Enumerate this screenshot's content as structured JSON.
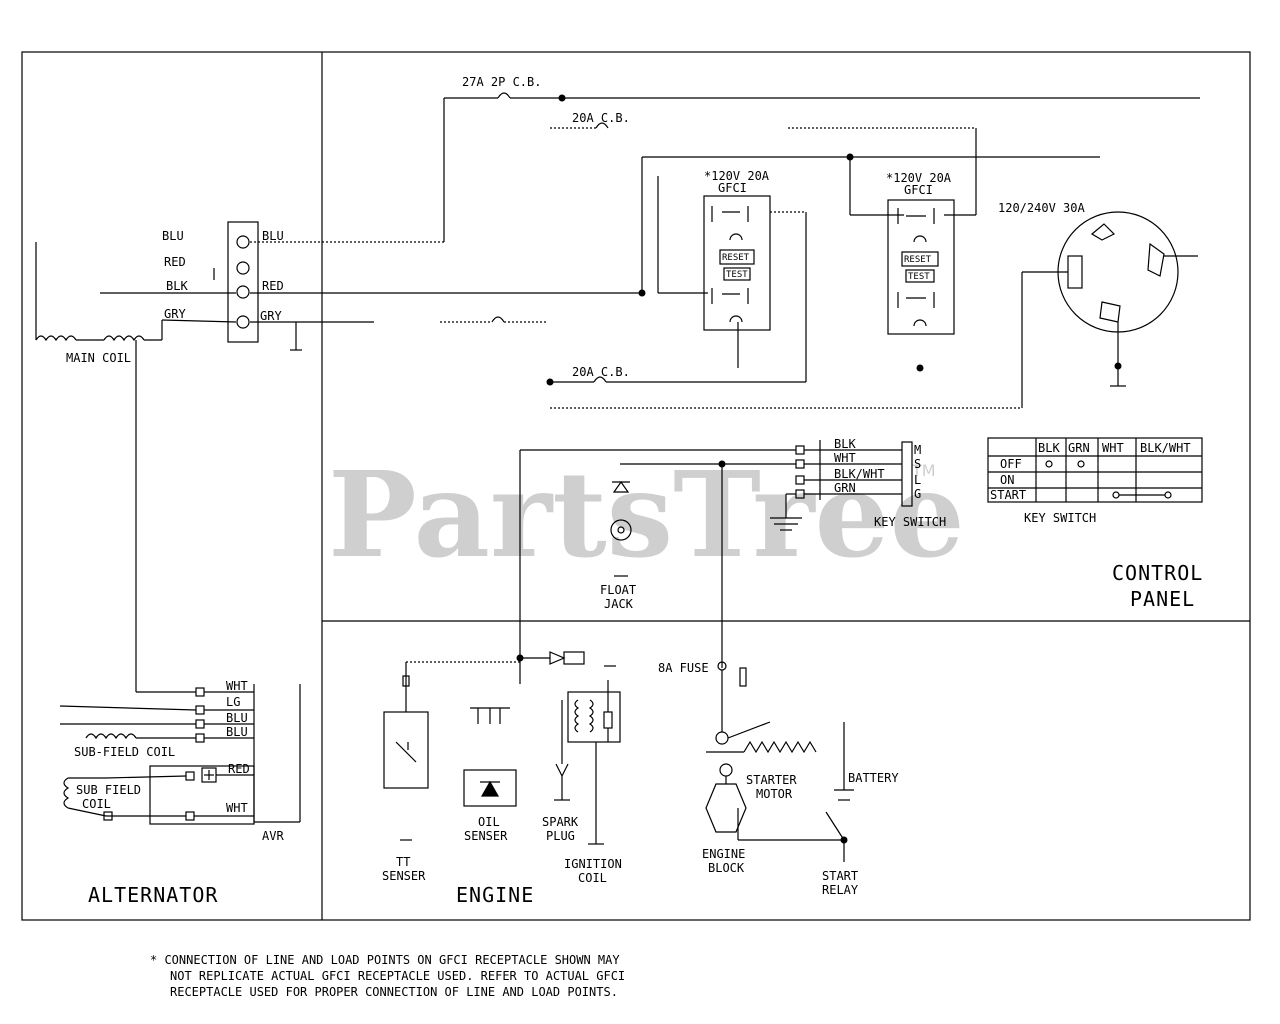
{
  "regions": {
    "alternator": "ALTERNATOR",
    "engine": "ENGINE",
    "control_panel_line1": "CONTROL",
    "control_panel_line2": "PANEL"
  },
  "alternator": {
    "terminal_labels": [
      "BLU",
      "RED",
      "BLK",
      "GRY"
    ],
    "terminal_right_labels": [
      "BLU",
      "RED",
      "GRY"
    ],
    "main_coil": "MAIN COIL",
    "sub_field_coil": "SUB-FIELD COIL",
    "sub_field_coil2_line1": "SUB FIELD",
    "sub_field_coil2_line2": "COIL",
    "avr": "AVR",
    "avr_wires": [
      "WHT",
      "LG",
      "BLU",
      "BLU",
      "RED",
      "WHT"
    ]
  },
  "control_panel": {
    "breaker_27a": "27A 2P C.B.",
    "breaker_20a_top": "20A C.B.",
    "breaker_20a_bottom": "20A C.B.",
    "gfci1_line1": "*120V 20A",
    "gfci1_line2": "GFCI",
    "gfci2_line1": "*120V 20A",
    "gfci2_line2": "GFCI",
    "twistlock": "120/240V 30A",
    "reset": "RESET",
    "test": "TEST",
    "float_jack_line1": "FLOAT",
    "float_jack_line2": "JACK",
    "key_switch": "KEY SWITCH",
    "key_switch_wires": [
      "BLK",
      "WHT",
      "BLK/WHT",
      "GRN"
    ],
    "key_switch_terminals": [
      "M",
      "S",
      "L",
      "G"
    ]
  },
  "key_switch_table": {
    "caption": "KEY SWITCH",
    "headers": [
      "",
      "BLK",
      "GRN",
      "WHT",
      "BLK/WHT"
    ],
    "rows": [
      {
        "label": "OFF",
        "marks": "BLK-GRN"
      },
      {
        "label": "ON",
        "marks": ""
      },
      {
        "label": "START",
        "marks": "WHT-BLK/WHT"
      }
    ]
  },
  "engine": {
    "fuse": "8A FUSE",
    "starter_motor_line1": "STARTER",
    "starter_motor_line2": "MOTOR",
    "battery": "BATTERY",
    "engine_block_line1": "ENGINE",
    "engine_block_line2": "BLOCK",
    "start_relay_line1": "START",
    "start_relay_line2": "RELAY",
    "oil_sensor_line1": "OIL",
    "oil_sensor_line2": "SENSER",
    "tt_sensor_line1": "TT",
    "tt_sensor_line2": "SENSER",
    "spark_plug_line1": "SPARK",
    "spark_plug_line2": "PLUG",
    "ignition_coil_line1": "IGNITION",
    "ignition_coil_line2": "COIL"
  },
  "watermark": {
    "text": "PartsTree",
    "tm": "TM"
  },
  "footnote": {
    "line1": "* CONNECTION OF LINE AND LOAD POINTS ON GFCI RECEPTACLE SHOWN MAY",
    "line2": "NOT REPLICATE ACTUAL GFCI RECEPTACLE USED. REFER TO ACTUAL GFCI",
    "line3": "RECEPTACLE USED FOR PROPER CONNECTION OF LINE AND LOAD POINTS."
  }
}
